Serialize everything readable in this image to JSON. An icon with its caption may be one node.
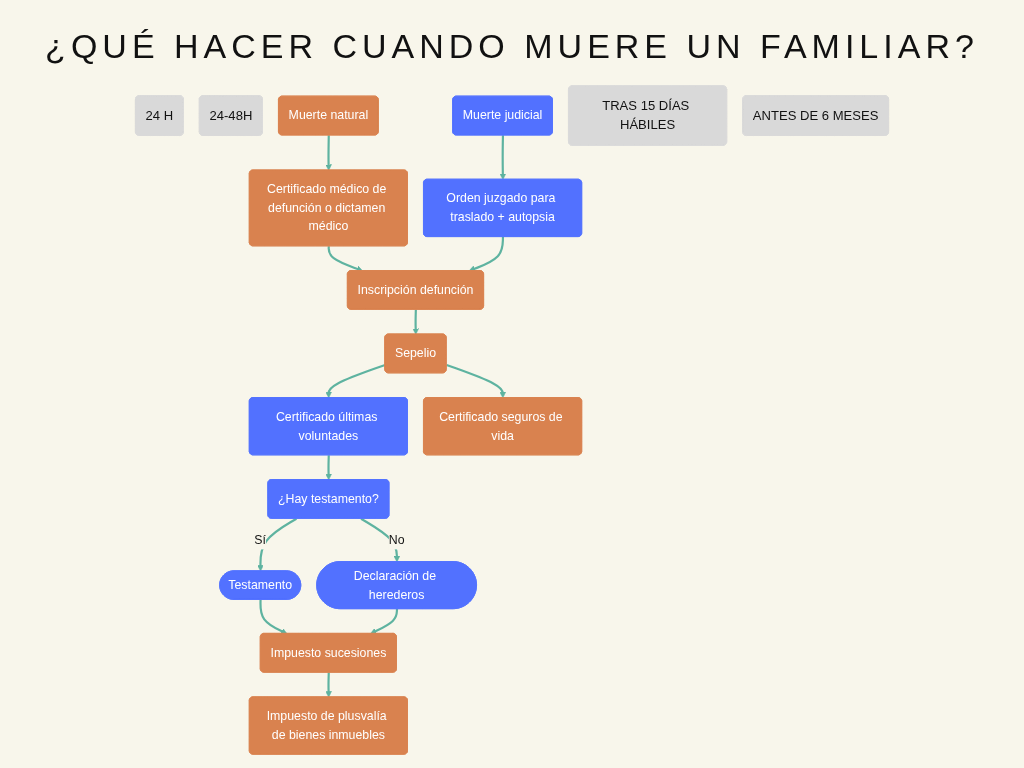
{
  "diagram": {
    "title": "¿QUÉ HACER CUANDO MUERE UN FAMILIAR?",
    "nodes": [
      {
        "text": [
          "24 H"
        ]
      },
      {
        "text": [
          "24-48H"
        ]
      },
      {
        "text": [
          "Muerte natural"
        ]
      },
      {
        "text": [
          "Certificado médico de defunción o dictamen médico"
        ]
      },
      {
        "text": [
          "Inscripción defunción"
        ]
      },
      {
        "text": [
          "Sepelio"
        ]
      },
      {
        "text": [
          "Muerte judicial"
        ]
      },
      {
        "text": [
          "Orden juzgado para traslado + autopsia"
        ]
      },
      {
        "text": [
          "TRAS 15 DÍAS HÁBILES"
        ]
      },
      {
        "text": [
          "ANTES DE 6 MESES"
        ]
      },
      {
        "text": [
          "Certificado últimas voluntades"
        ]
      },
      {
        "text": [
          "¿Hay testamento?"
        ]
      },
      {
        "text": [
          "Impuesto sucesiones"
        ]
      },
      {
        "text": [
          "Certificado seguros de vida"
        ]
      },
      {
        "text": [
          "Testamento"
        ]
      },
      {
        "text": [
          "Declaración de herederos"
        ]
      },
      {
        "text": [
          "Impuesto de plusvalía de bienes inmuebles"
        ]
      }
    ],
    "edges": [
      {
        "from": 2,
        "to": 3,
        "arrow": "to"
      },
      {
        "from": 6,
        "to": 7,
        "arrow": "to"
      },
      {
        "from": 3,
        "to": 4,
        "arrow": "to"
      },
      {
        "from": 7,
        "to": 4,
        "arrow": "to"
      },
      {
        "from": 4,
        "to": 5,
        "arrow": "to"
      },
      {
        "from": 5,
        "to": 10,
        "arrow": "to"
      },
      {
        "from": 5,
        "to": 13,
        "arrow": "to"
      },
      {
        "from": 10,
        "to": 11,
        "arrow": "to"
      },
      {
        "from": 11,
        "to": 14,
        "label": "Sí",
        "arrow": "to"
      },
      {
        "from": 11,
        "to": 15,
        "label": "No",
        "arrow": "to"
      },
      {
        "from": 14,
        "to": 12,
        "arrow": "to"
      },
      {
        "from": 15,
        "to": 12,
        "arrow": "to"
      },
      {
        "from": 12,
        "to": 16,
        "arrow": "to"
      }
    ]
  }
}
